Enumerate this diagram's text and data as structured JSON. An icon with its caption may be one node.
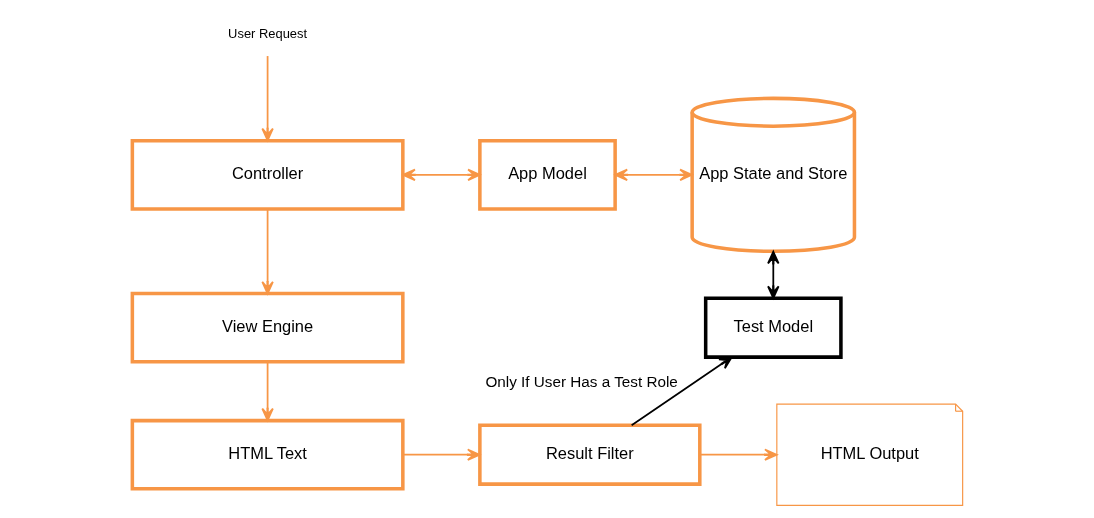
{
  "diagram": {
    "nodes": [
      {
        "text": [
          "User Request"
        ]
      },
      {
        "text": [
          "Controller"
        ]
      },
      {
        "text": [
          "App Model"
        ]
      },
      {
        "text": [
          "App State and Store"
        ]
      },
      {
        "text": [
          "View Engine"
        ]
      },
      {
        "text": [
          "Test Model"
        ]
      },
      {
        "text": [
          "HTML Text"
        ]
      },
      {
        "text": [
          "Result Filter"
        ]
      },
      {
        "text": [
          "HTML Output"
        ]
      }
    ],
    "edges": [
      {
        "from": 0,
        "to": 1,
        "arrow": "to"
      },
      {
        "from": 1,
        "to": 2,
        "arrow": "both"
      },
      {
        "from": 2,
        "to": 3,
        "arrow": "both"
      },
      {
        "from": 1,
        "to": 4,
        "arrow": "to"
      },
      {
        "from": 5,
        "to": 3,
        "arrow": "both",
        "color": "#000000"
      },
      {
        "from": 4,
        "to": 6,
        "arrow": "to"
      },
      {
        "from": 6,
        "to": 7,
        "arrow": "to"
      },
      {
        "from": 7,
        "to": 5,
        "arrow": "to",
        "label": "Only If User Has a Test Role",
        "color": "#000000"
      },
      {
        "from": 7,
        "to": 8,
        "arrow": "to"
      }
    ]
  }
}
